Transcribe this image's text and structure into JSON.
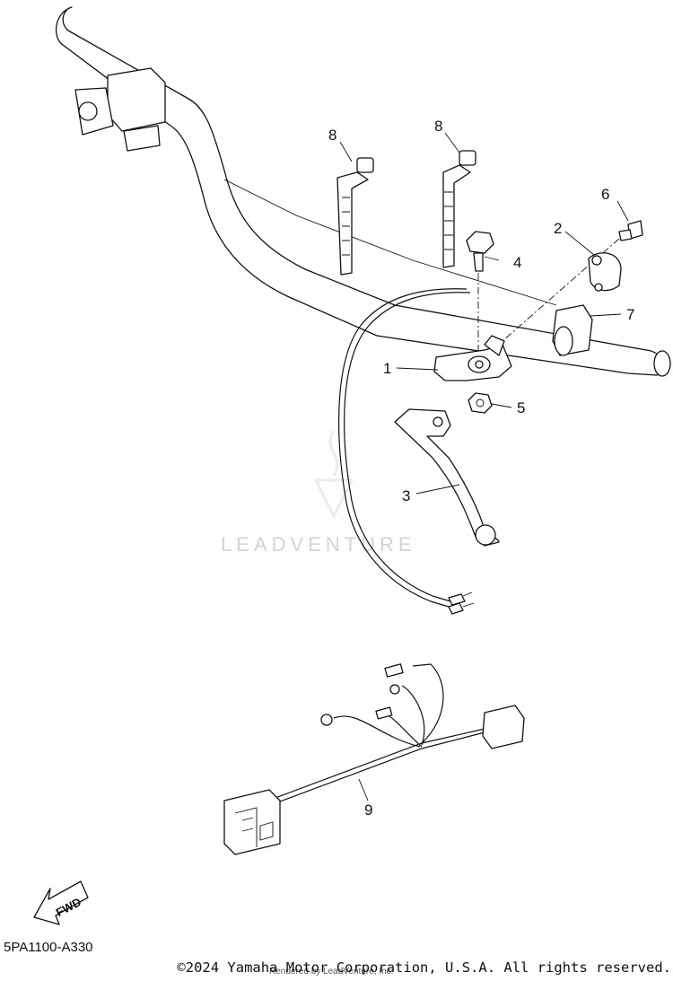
{
  "diagram": {
    "callouts": [
      {
        "id": "c1",
        "label": "1"
      },
      {
        "id": "c2",
        "label": "2"
      },
      {
        "id": "c3",
        "label": "3"
      },
      {
        "id": "c4",
        "label": "4"
      },
      {
        "id": "c5",
        "label": "5"
      },
      {
        "id": "c6",
        "label": "6"
      },
      {
        "id": "c7",
        "label": "7"
      },
      {
        "id": "c8a",
        "label": "8"
      },
      {
        "id": "c8b",
        "label": "8"
      },
      {
        "id": "c9",
        "label": "9"
      }
    ],
    "fwd_label": "FWD",
    "watermark": "LEADVENTURE",
    "diagram_code": "5PA1100-A330",
    "copyright": "©2024 Yamaha Motor Corporation, U.S.A. All rights reserved.",
    "rendered_by": "Rendered by LeadVenture, Inc."
  }
}
